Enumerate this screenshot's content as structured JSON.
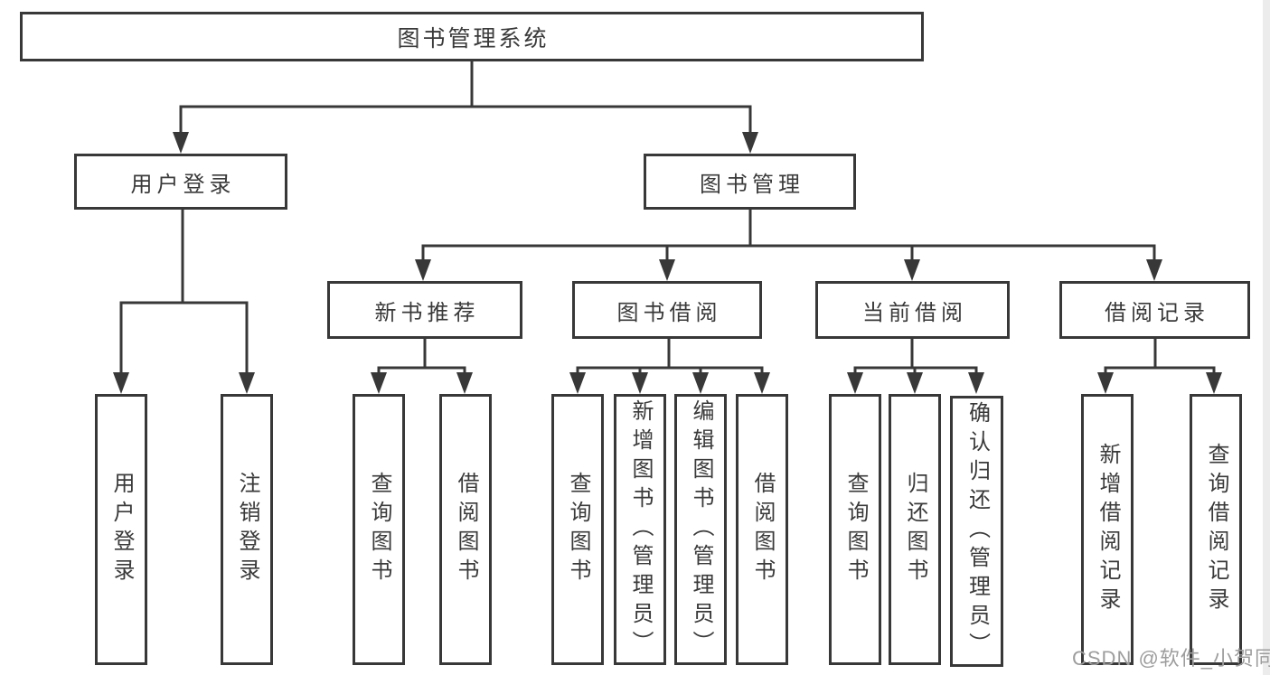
{
  "diagram": {
    "tree": {
      "label": "图书管理系统",
      "children": [
        {
          "label": "用户登录",
          "children": [
            {
              "label": "用户登录"
            },
            {
              "label": "注销登录"
            }
          ]
        },
        {
          "label": "图书管理",
          "children": [
            {
              "label": "新书推荐",
              "children": [
                {
                  "label": "查询图书"
                },
                {
                  "label": "借阅图书"
                }
              ]
            },
            {
              "label": "图书借阅",
              "children": [
                {
                  "label": "查询图书"
                },
                {
                  "label": "新增图书（管理员）"
                },
                {
                  "label": "编辑图书（管理员）"
                },
                {
                  "label": "借阅图书"
                }
              ]
            },
            {
              "label": "当前借阅",
              "children": [
                {
                  "label": "查询图书"
                },
                {
                  "label": "归还图书"
                },
                {
                  "label": "确认归还（管理员）"
                }
              ]
            },
            {
              "label": "借阅记录",
              "children": [
                {
                  "label": "新增借阅记录"
                },
                {
                  "label": "查询借阅记录"
                }
              ]
            }
          ]
        }
      ]
    },
    "watermark": "CSDN @软件_小贺同学",
    "colors": {
      "line": "#383838",
      "text": "#3a3a3a",
      "box_background": "#ffffff",
      "watermark": "#9d9d9d",
      "edge_strip": "#ececec"
    }
  }
}
